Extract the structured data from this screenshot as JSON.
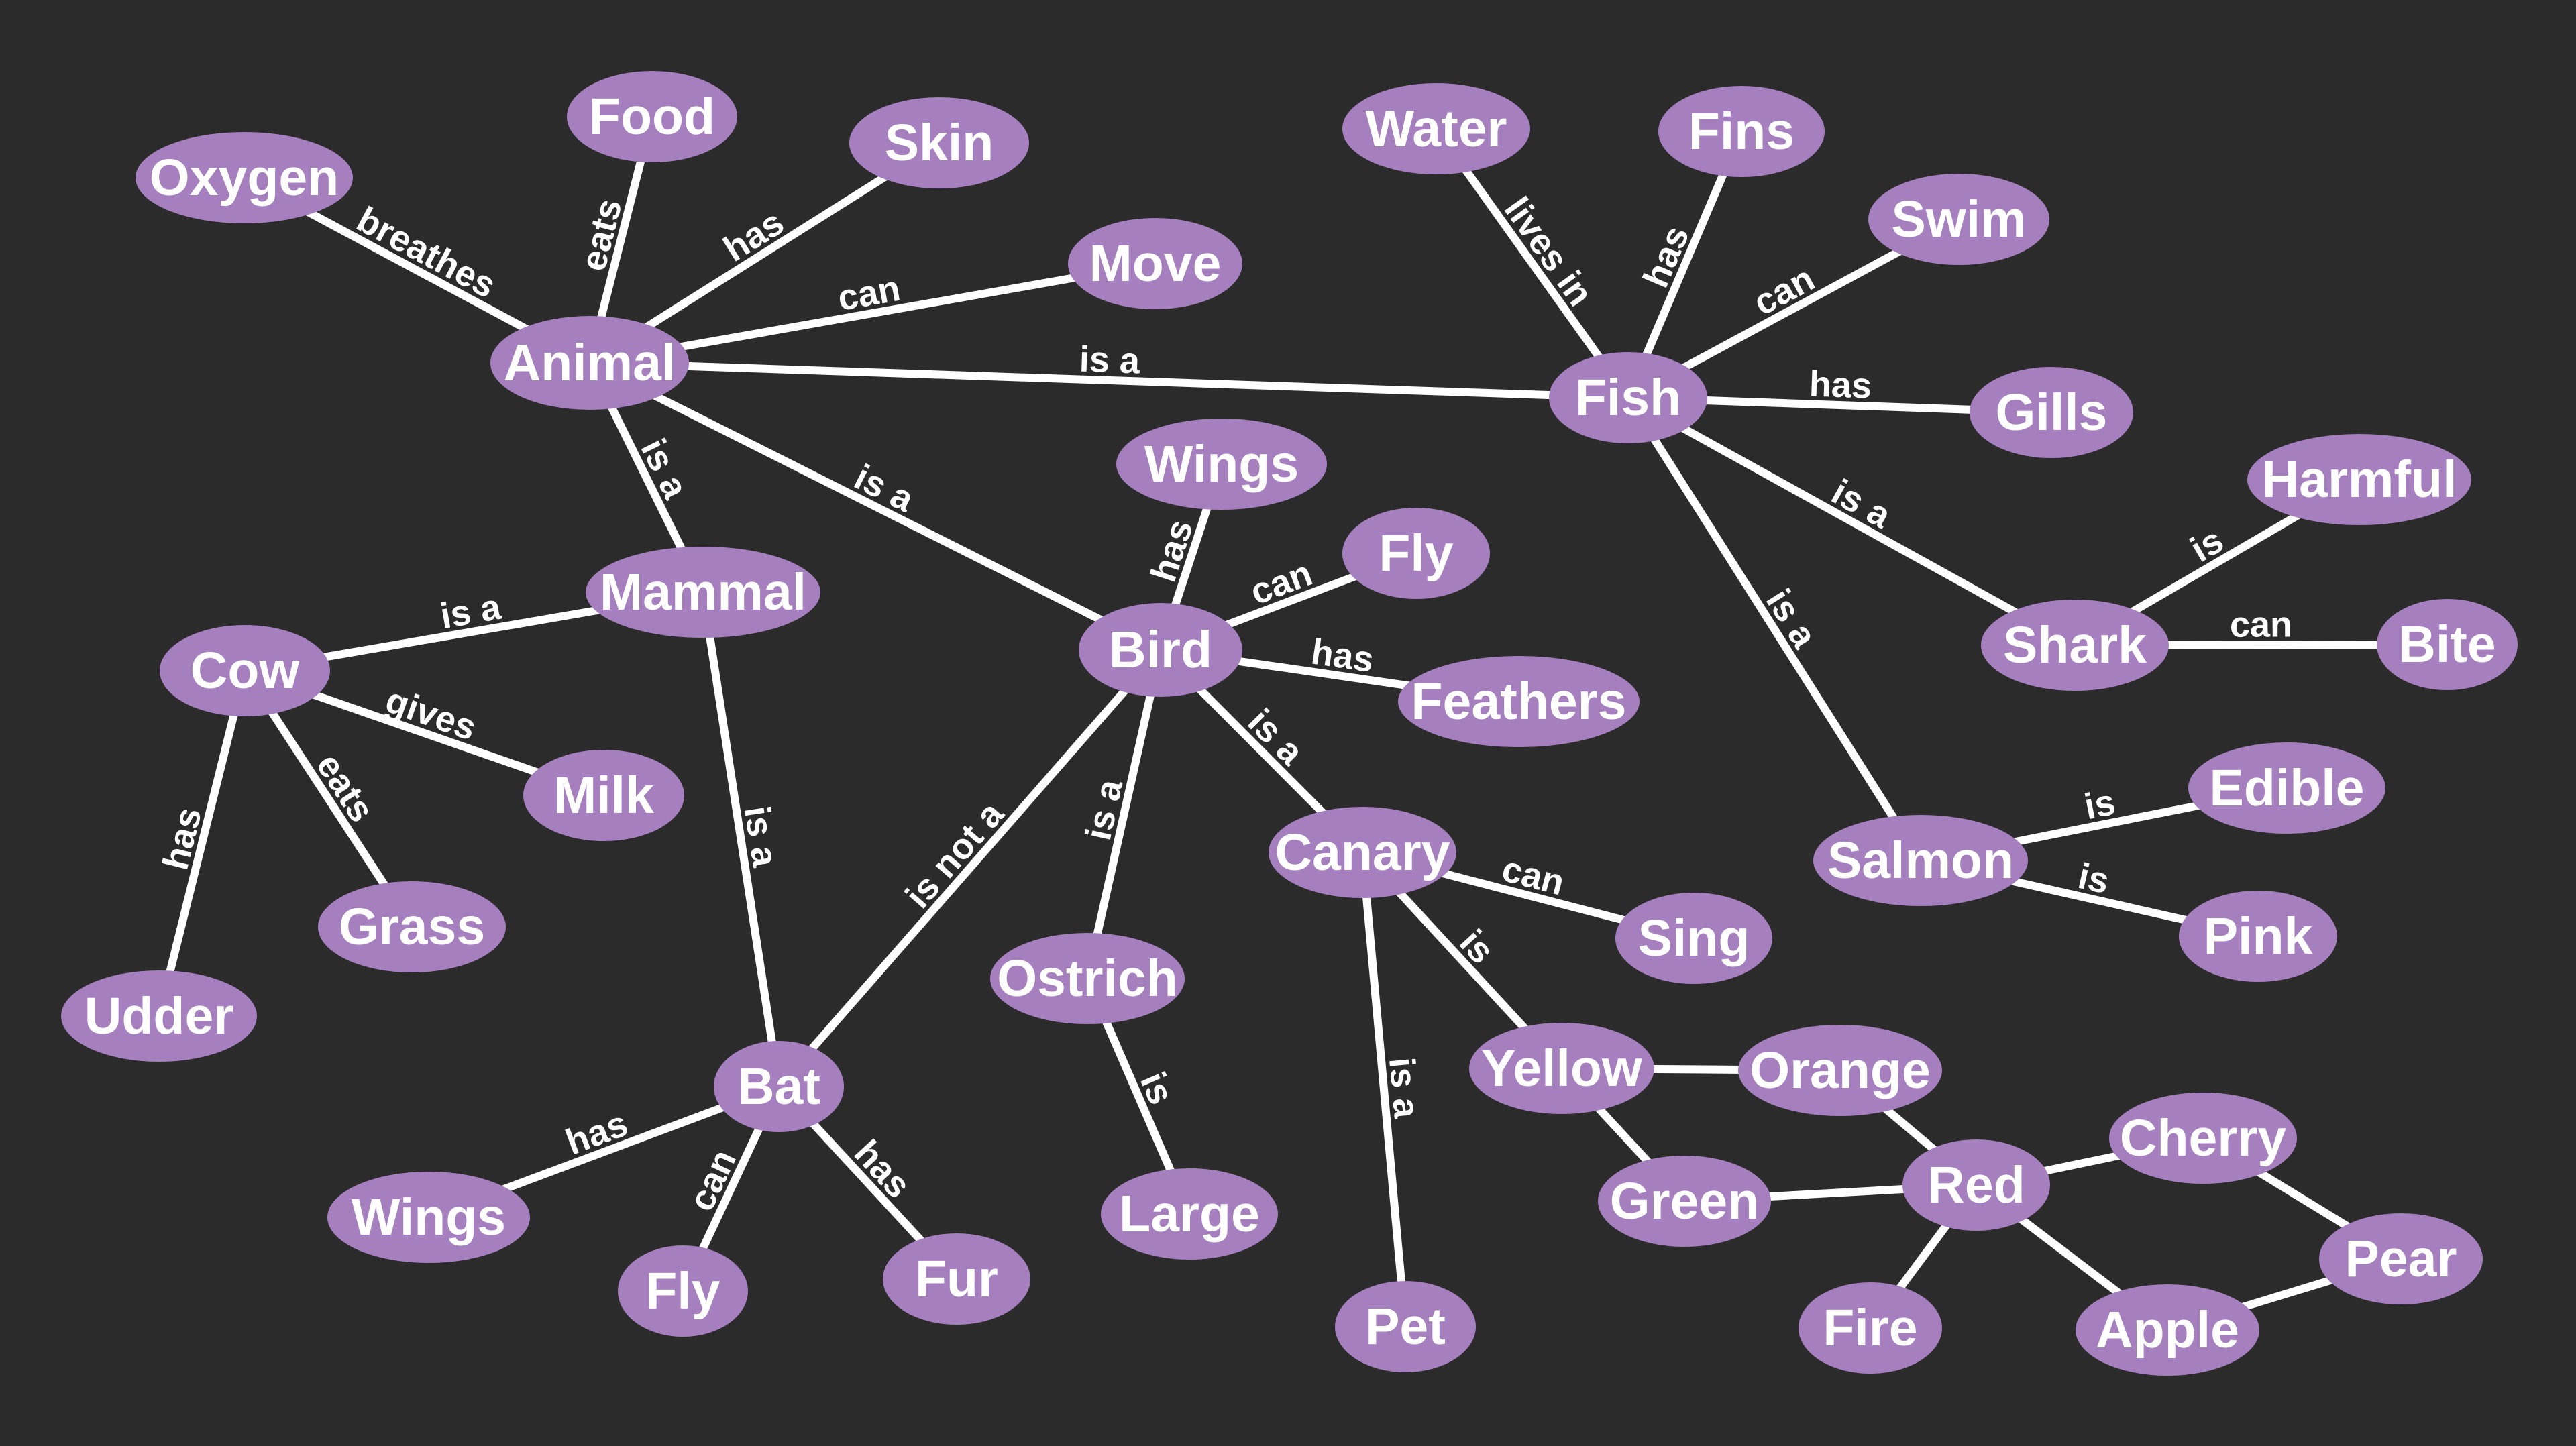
{
  "colors": {
    "background": "#2b2b2b",
    "node_fill": "#a67fbf",
    "edge": "#ffffff",
    "text": "#ffffff"
  },
  "nodes": [
    {
      "id": "food",
      "label": "Food"
    },
    {
      "id": "oxygen",
      "label": "Oxygen"
    },
    {
      "id": "skin",
      "label": "Skin"
    },
    {
      "id": "water",
      "label": "Water"
    },
    {
      "id": "fins",
      "label": "Fins"
    },
    {
      "id": "swim",
      "label": "Swim"
    },
    {
      "id": "move",
      "label": "Move"
    },
    {
      "id": "animal",
      "label": "Animal"
    },
    {
      "id": "fish",
      "label": "Fish"
    },
    {
      "id": "gills",
      "label": "Gills"
    },
    {
      "id": "wings1",
      "label": "Wings"
    },
    {
      "id": "harmful",
      "label": "Harmful"
    },
    {
      "id": "fly1",
      "label": "Fly"
    },
    {
      "id": "mammal",
      "label": "Mammal"
    },
    {
      "id": "bird",
      "label": "Bird"
    },
    {
      "id": "cow",
      "label": "Cow"
    },
    {
      "id": "shark",
      "label": "Shark"
    },
    {
      "id": "bite",
      "label": "Bite"
    },
    {
      "id": "feathers",
      "label": "Feathers"
    },
    {
      "id": "milk",
      "label": "Milk"
    },
    {
      "id": "edible",
      "label": "Edible"
    },
    {
      "id": "canary",
      "label": "Canary"
    },
    {
      "id": "salmon",
      "label": "Salmon"
    },
    {
      "id": "grass",
      "label": "Grass"
    },
    {
      "id": "sing",
      "label": "Sing"
    },
    {
      "id": "pink",
      "label": "Pink"
    },
    {
      "id": "ostrich",
      "label": "Ostrich"
    },
    {
      "id": "udder",
      "label": "Udder"
    },
    {
      "id": "yellow",
      "label": "Yellow"
    },
    {
      "id": "orange",
      "label": "Orange"
    },
    {
      "id": "bat",
      "label": "Bat"
    },
    {
      "id": "cherry",
      "label": "Cherry"
    },
    {
      "id": "red",
      "label": "Red"
    },
    {
      "id": "green",
      "label": "Green"
    },
    {
      "id": "wings2",
      "label": "Wings"
    },
    {
      "id": "large",
      "label": "Large"
    },
    {
      "id": "pear",
      "label": "Pear"
    },
    {
      "id": "fur",
      "label": "Fur"
    },
    {
      "id": "fly2",
      "label": "Fly"
    },
    {
      "id": "pet",
      "label": "Pet"
    },
    {
      "id": "fire",
      "label": "Fire"
    },
    {
      "id": "apple",
      "label": "Apple"
    }
  ],
  "edges": [
    {
      "from": "animal",
      "to": "oxygen",
      "label": "breathes"
    },
    {
      "from": "animal",
      "to": "food",
      "label": "eats"
    },
    {
      "from": "animal",
      "to": "skin",
      "label": "has"
    },
    {
      "from": "animal",
      "to": "move",
      "label": "can"
    },
    {
      "from": "animal",
      "to": "fish",
      "label": "is a"
    },
    {
      "from": "animal",
      "to": "mammal",
      "label": "is a"
    },
    {
      "from": "animal",
      "to": "bird",
      "label": "is a"
    },
    {
      "from": "fish",
      "to": "water",
      "label": "lives in"
    },
    {
      "from": "fish",
      "to": "fins",
      "label": "has"
    },
    {
      "from": "fish",
      "to": "swim",
      "label": "can"
    },
    {
      "from": "fish",
      "to": "gills",
      "label": "has"
    },
    {
      "from": "fish",
      "to": "shark",
      "label": "is a"
    },
    {
      "from": "fish",
      "to": "salmon",
      "label": "is a"
    },
    {
      "from": "shark",
      "to": "harmful",
      "label": "is"
    },
    {
      "from": "shark",
      "to": "bite",
      "label": "can"
    },
    {
      "from": "salmon",
      "to": "edible",
      "label": "is"
    },
    {
      "from": "salmon",
      "to": "pink",
      "label": "is"
    },
    {
      "from": "mammal",
      "to": "cow",
      "label": "is a"
    },
    {
      "from": "mammal",
      "to": "bat",
      "label": "is a"
    },
    {
      "from": "cow",
      "to": "milk",
      "label": "gives"
    },
    {
      "from": "cow",
      "to": "grass",
      "label": "eats"
    },
    {
      "from": "cow",
      "to": "udder",
      "label": "has"
    },
    {
      "from": "bird",
      "to": "wings1",
      "label": "has"
    },
    {
      "from": "bird",
      "to": "fly1",
      "label": "can"
    },
    {
      "from": "bird",
      "to": "feathers",
      "label": "has"
    },
    {
      "from": "bird",
      "to": "canary",
      "label": "is a"
    },
    {
      "from": "bird",
      "to": "ostrich",
      "label": "is a"
    },
    {
      "from": "bird",
      "to": "bat",
      "label": "is not a"
    },
    {
      "from": "bat",
      "to": "wings2",
      "label": "has"
    },
    {
      "from": "bat",
      "to": "fly2",
      "label": "can"
    },
    {
      "from": "bat",
      "to": "fur",
      "label": "has"
    },
    {
      "from": "ostrich",
      "to": "large",
      "label": "is"
    },
    {
      "from": "canary",
      "to": "sing",
      "label": "can"
    },
    {
      "from": "canary",
      "to": "yellow",
      "label": "is"
    },
    {
      "from": "canary",
      "to": "pet",
      "label": "is a"
    },
    {
      "from": "yellow",
      "to": "orange",
      "label": ""
    },
    {
      "from": "yellow",
      "to": "green",
      "label": ""
    },
    {
      "from": "orange",
      "to": "red",
      "label": ""
    },
    {
      "from": "green",
      "to": "red",
      "label": ""
    },
    {
      "from": "red",
      "to": "cherry",
      "label": ""
    },
    {
      "from": "red",
      "to": "fire",
      "label": ""
    },
    {
      "from": "red",
      "to": "apple",
      "label": ""
    },
    {
      "from": "cherry",
      "to": "pear",
      "label": ""
    },
    {
      "from": "apple",
      "to": "pear",
      "label": ""
    }
  ]
}
